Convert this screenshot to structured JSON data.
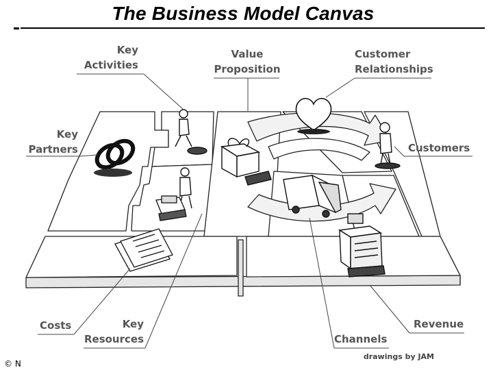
{
  "title": "The Business Model Canvas",
  "labels": {
    "key_activities": [
      "Key",
      "Activities"
    ],
    "value_proposition": [
      "Value",
      "Proposition"
    ],
    "customer_relationships": [
      "Customer",
      "Relationships"
    ],
    "key_partners": [
      "Key",
      "Partners"
    ],
    "customers": "Customers",
    "costs": "Costs",
    "key_resources": [
      "Key",
      "Resources"
    ],
    "channels": "Channels",
    "revenue": "Revenue"
  },
  "credit": "drawings by JAM",
  "copyright": "© N"
}
